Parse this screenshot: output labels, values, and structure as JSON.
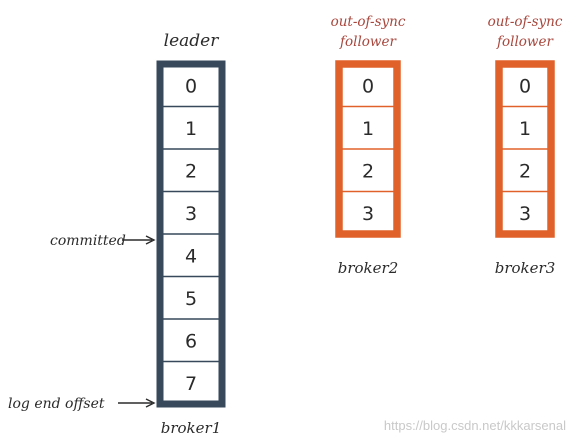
{
  "brokers": [
    {
      "role_label": [
        "leader"
      ],
      "name": "broker1",
      "offsets": [
        "0",
        "1",
        "2",
        "3",
        "4",
        "5",
        "6",
        "7"
      ],
      "border_color": "#37495a",
      "label_color": "#2b2b2b"
    },
    {
      "role_label": [
        "out-of-sync",
        "follower"
      ],
      "name": "broker2",
      "offsets": [
        "0",
        "1",
        "2",
        "3"
      ],
      "border_color": "#e0622a",
      "label_color": "#a8473d"
    },
    {
      "role_label": [
        "out-of-sync",
        "follower"
      ],
      "name": "broker3",
      "offsets": [
        "0",
        "1",
        "2",
        "3"
      ],
      "border_color": "#e0622a",
      "label_color": "#a8473d"
    }
  ],
  "markers": {
    "committed": {
      "label": "committed",
      "offset": "4"
    },
    "log_end_offset": {
      "label": "log end offset",
      "offset": "7"
    }
  },
  "watermark": "https://blog.csdn.net/kkkarsenal"
}
